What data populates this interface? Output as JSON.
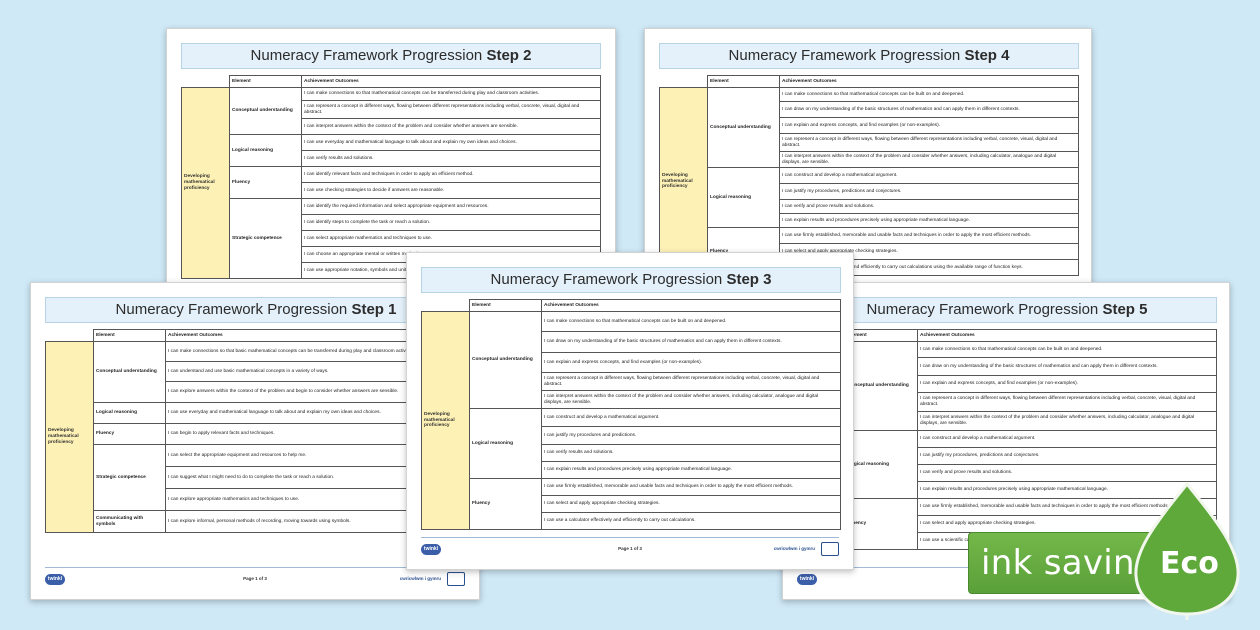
{
  "sheets": {
    "step2": {
      "title_prefix": "Numeracy Framework Progression",
      "title_step": "Step 2",
      "col_element": "Element",
      "col_outcomes": "Achievement Outcomes",
      "domain": "Developing mathematical proficiency",
      "el_conceptual": "Conceptual understanding",
      "el_logical": "Logical reasoning",
      "el_fluency": "Fluency",
      "el_strategic": "Strategic competence",
      "rows": [
        "I can make connections so that mathematical concepts can be transferred during play and classroom activities.",
        "I can represent a concept in different ways, flowing between different representations including verbal, concrete, visual, digital and abstract.",
        "I can interpret answers within the context of the problem and consider whether answers are sensible.",
        "I can use everyday and mathematical language to talk about and explain my own ideas and choices.",
        "I can verify results and solutions.",
        "I can identify relevant facts and techniques in order to apply an efficient method.",
        "I can use checking strategies to decide if answers are reasonable.",
        "I can identify the required information and select appropriate equipment and resources.",
        "I can identify steps to complete the task or reach a solution.",
        "I can select appropriate mathematics and techniques to use.",
        "I can choose an appropriate mental or written method.",
        "I can use appropriate notation, symbols and units."
      ]
    },
    "step4": {
      "title_prefix": "Numeracy Framework Progression",
      "title_step": "Step 4",
      "col_element": "Element",
      "col_outcomes": "Achievement Outcomes",
      "domain": "Developing mathematical proficiency",
      "el_conceptual": "Conceptual understanding",
      "el_logical": "Logical reasoning",
      "el_fluency": "Fluency",
      "rows": [
        "I can make connections so that mathematical concepts can be built on and deepened.",
        "I can draw on my understanding of the basic structures of mathematics and can apply them in different contexts.",
        "I can explain and express concepts, and find examples (or non-examples).",
        "I can represent a concept in different ways, flowing between different representations including verbal, concrete, visual, digital and abstract.",
        "I can interpret answers within the context of the problem and consider whether answers, including calculator, analogue and digital displays, are sensible.",
        "I can construct and develop a mathematical argument.",
        "I can justify my procedures, predictions and conjectures.",
        "I can verify and prove results and solutions.",
        "I can explain results and procedures precisely using appropriate mathematical language.",
        "I can use firmly established, memorable and usable facts and techniques in order to apply the most efficient methods.",
        "I can select and apply appropriate checking strategies.",
        "I can use a calculator effectively and efficiently to carry out calculations using the available range of function keys."
      ]
    },
    "step1": {
      "title_prefix": "Numeracy Framework Progression",
      "title_step": "Step 1",
      "col_element": "Element",
      "col_outcomes": "Achievement Outcomes",
      "domain": "Developing mathematical proficiency",
      "el_conceptual": "Conceptual understanding",
      "el_logical": "Logical reasoning",
      "el_fluency": "Fluency",
      "el_strategic": "Strategic competence",
      "el_communicating": "Communicating with symbols",
      "rows": [
        "I can make connections so that basic mathematical concepts can be transferred during play and classroom activities.",
        "I can understand and use basic mathematical concepts in a variety of ways.",
        "I can explore answers within the context of the problem and begin to consider whether answers are sensible.",
        "I can use everyday and mathematical language to talk about and explain my own ideas and choices.",
        "I can begin to apply relevant facts and techniques.",
        "I can select the appropriate equipment and resources to help me.",
        "I can suggest what I might need to do to complete the task or reach a solution.",
        "I can explore appropriate mathematics and techniques to use.",
        "I can explore informal, personal methods of recording, moving towards using symbols."
      ],
      "page": "Page 1 of 3"
    },
    "step3": {
      "title_prefix": "Numeracy Framework Progression",
      "title_step": "Step 3",
      "col_element": "Element",
      "col_outcomes": "Achievement Outcomes",
      "domain": "Developing mathematical proficiency",
      "el_conceptual": "Conceptual understanding",
      "el_logical": "Logical reasoning",
      "el_fluency": "Fluency",
      "rows": [
        "I can make connections so that mathematical concepts can be built on and deepened.",
        "I can draw on my understanding of the basic structures of mathematics and can apply them in different contexts.",
        "I can explain and express concepts, and find examples (or non-examples).",
        "I can represent a concept in different ways, flowing between different representations including verbal, concrete, visual, digital and abstract.",
        "I can interpret answers within the context of the problem and consider whether answers, including calculator, analogue and digital displays, are sensible.",
        "I can construct and develop a mathematical argument.",
        "I can justify my procedures and predictions.",
        "I can verify results and solutions.",
        "I can explain results and procedures precisely using appropriate mathematical language.",
        "I can use firmly established, memorable and usable facts and techniques in order to apply the most efficient methods.",
        "I can select and apply appropriate checking strategies.",
        "I can use a calculator effectively and efficiently to carry out calculations."
      ],
      "page": "Page 1 of 3"
    },
    "step5": {
      "title_prefix": "Numeracy Framework Progression",
      "title_step": "Step 5",
      "col_element": "Element",
      "col_outcomes": "Achievement Outcomes",
      "el_conceptual": "Conceptual understanding",
      "el_logical": "Logical reasoning",
      "el_fluency": "Fluency",
      "rows": [
        "I can make connections so that mathematical concepts can be built on and deepened.",
        "I can draw on my understanding of the basic structures of mathematics and can apply them in different contexts.",
        "I can explain and express concepts, and find examples (or non-examples).",
        "I can represent a concept in different ways, flowing between different representations including verbal, concrete, visual, digital and abstract.",
        "I can interpret answers within the context of the problem and consider whether answers, including calculator, analogue and digital displays, are sensible.",
        "I can construct and develop a mathematical argument.",
        "I can justify my procedures, predictions and conjectures.",
        "I can verify and prove results and solutions.",
        "I can explain results and procedures precisely using appropriate mathematical language.",
        "I can use firmly established, memorable and usable facts and techniques in order to apply the most efficient methods.",
        "I can select and apply appropriate checking strategies.",
        "I can use a scientific calculator."
      ]
    }
  },
  "brand": {
    "logo": "twinkl",
    "footer_right": "cwricwlwm i gymru"
  },
  "badge": {
    "ink_saving": "ink saving",
    "eco": "Eco"
  },
  "colors": {
    "background": "#cfe9f7",
    "domain_fill": "#fdf1b5",
    "title_fill": "#e4f1fa",
    "badge_green": "#6cb444"
  }
}
